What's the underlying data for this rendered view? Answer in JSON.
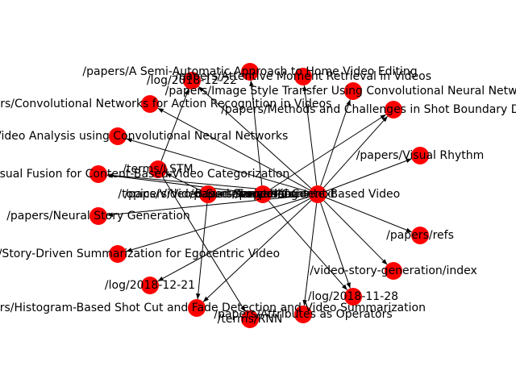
{
  "colors": {
    "node": "#ff0000",
    "edge": "#000000",
    "background": "#ffffff"
  },
  "graph": {
    "nodes": [
      {
        "id": "n01",
        "label": "/papers/A Semi-Automatic Approach to Home Video Editing"
      },
      {
        "id": "n02",
        "label": "/log/2018-12-22"
      },
      {
        "id": "n03",
        "label": "/papers/Attentive Moment Retrieval in Videos"
      },
      {
        "id": "n04",
        "label": "/papers/Image Style Transfer Using Convolutional Neural Networks"
      },
      {
        "id": "n05",
        "label": "/papers/Convolutional Networks for Action Recognition in Videos"
      },
      {
        "id": "n06",
        "label": "/papers/Methods and Challenges in Shot Boundary Detection"
      },
      {
        "id": "n07",
        "label": "/papers/Video Analysis using Convolutional Neural Networks"
      },
      {
        "id": "n08",
        "label": "/papers/Visual Rhythm"
      },
      {
        "id": "n09",
        "label": "/terms/LSTM"
      },
      {
        "id": "n10",
        "label": "/papers/Audio-Visual Fusion for Content-Based Video Categorization"
      },
      {
        "id": "n11",
        "label": "/topics/Video-Based Storytelling"
      },
      {
        "id": "n12",
        "label": "/papers/Video Summarization"
      },
      {
        "id": "n13",
        "label": "/papers/Temporal Context"
      },
      {
        "id": "n14",
        "label": "/papers/Content-Based Video"
      },
      {
        "id": "n15",
        "label": "/papers/Neural Story Generation"
      },
      {
        "id": "n16",
        "label": "/papers/refs"
      },
      {
        "id": "n17",
        "label": "/papers/Story-Driven Summarization for Egocentric Video"
      },
      {
        "id": "n18",
        "label": "/video-story-generation/index"
      },
      {
        "id": "n19",
        "label": "/log/2018-12-21"
      },
      {
        "id": "n20",
        "label": "/log/2018-11-28"
      },
      {
        "id": "n21",
        "label": "/papers/Histogram-Based Shot Cut and Fade Detection and Video Summarization"
      },
      {
        "id": "n22",
        "label": "/papers/Attributes as Operators"
      },
      {
        "id": "n23",
        "label": "/terms/RNN"
      }
    ],
    "edges": [
      [
        "n14",
        "n02"
      ],
      [
        "n14",
        "n03"
      ],
      [
        "n14",
        "n04"
      ],
      [
        "n14",
        "n05"
      ],
      [
        "n14",
        "n06"
      ],
      [
        "n14",
        "n07"
      ],
      [
        "n14",
        "n08"
      ],
      [
        "n14",
        "n10"
      ],
      [
        "n14",
        "n12"
      ],
      [
        "n14",
        "n13"
      ],
      [
        "n14",
        "n15"
      ],
      [
        "n14",
        "n16"
      ],
      [
        "n14",
        "n17"
      ],
      [
        "n14",
        "n18"
      ],
      [
        "n14",
        "n19"
      ],
      [
        "n14",
        "n20"
      ],
      [
        "n14",
        "n21"
      ],
      [
        "n14",
        "n22"
      ],
      [
        "n13",
        "n01"
      ],
      [
        "n13",
        "n06"
      ],
      [
        "n13",
        "n10"
      ],
      [
        "n13",
        "n11"
      ],
      [
        "n13",
        "n20"
      ],
      [
        "n12",
        "n09"
      ],
      [
        "n12",
        "n21"
      ],
      [
        "n09",
        "n23"
      ],
      [
        "n09",
        "n02"
      ],
      [
        "n11",
        "n13"
      ]
    ]
  }
}
